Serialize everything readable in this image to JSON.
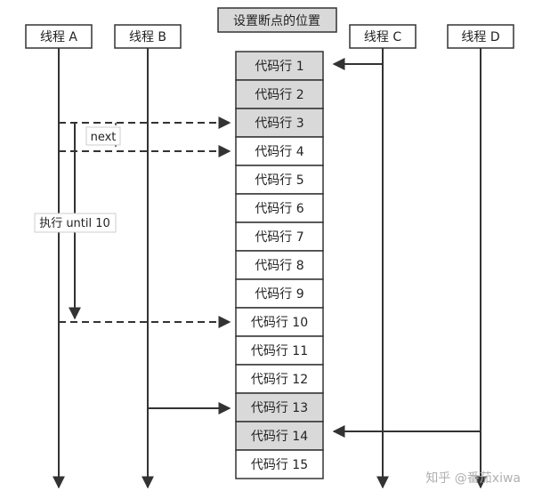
{
  "title": "设置断点的位置",
  "threads": [
    {
      "id": "A",
      "label": "线程 A"
    },
    {
      "id": "B",
      "label": "线程 B"
    },
    {
      "id": "C",
      "label": "线程 C"
    },
    {
      "id": "D",
      "label": "线程 D"
    }
  ],
  "code_lines": [
    {
      "label": "代码行 1",
      "breakpoint": true
    },
    {
      "label": "代码行 2",
      "breakpoint": true
    },
    {
      "label": "代码行 3",
      "breakpoint": true
    },
    {
      "label": "代码行 4",
      "breakpoint": false
    },
    {
      "label": "代码行 5",
      "breakpoint": false
    },
    {
      "label": "代码行 6",
      "breakpoint": false
    },
    {
      "label": "代码行 7",
      "breakpoint": false
    },
    {
      "label": "代码行 8",
      "breakpoint": false
    },
    {
      "label": "代码行 9",
      "breakpoint": false
    },
    {
      "label": "代码行 10",
      "breakpoint": false
    },
    {
      "label": "代码行 11",
      "breakpoint": false
    },
    {
      "label": "代码行 12",
      "breakpoint": false
    },
    {
      "label": "代码行 13",
      "breakpoint": true
    },
    {
      "label": "代码行 14",
      "breakpoint": true
    },
    {
      "label": "代码行 15",
      "breakpoint": false
    }
  ],
  "annotations": {
    "next": "next",
    "run_until": "执行 until 10"
  },
  "watermark": "知乎 @番茄xiwa",
  "colors": {
    "breakpoint_fill": "#d9d9d9",
    "normal_fill": "#ffffff",
    "stroke": "#333333",
    "title_fill": "#d9d9d9"
  }
}
